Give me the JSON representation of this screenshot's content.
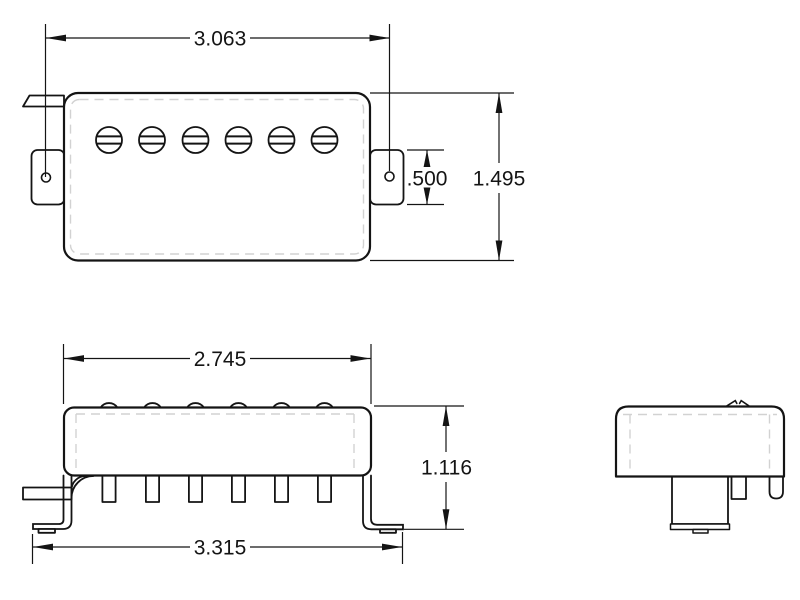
{
  "drawing": {
    "type": "technical-dimension-drawing",
    "subject": "guitar pickup three-view outline drawing",
    "background_color": "#ffffff",
    "line_color": "#141414",
    "hidden_line_color": "#d2d2d2",
    "pole_piece_count": 6,
    "dimensions": {
      "mount_hole_spacing": "3.063",
      "mount_tab_height": ".500",
      "body_height": "1.495",
      "cover_top_width": "2.745",
      "side_overall_height": "1.116",
      "overall_foot_width": "3.315"
    }
  }
}
